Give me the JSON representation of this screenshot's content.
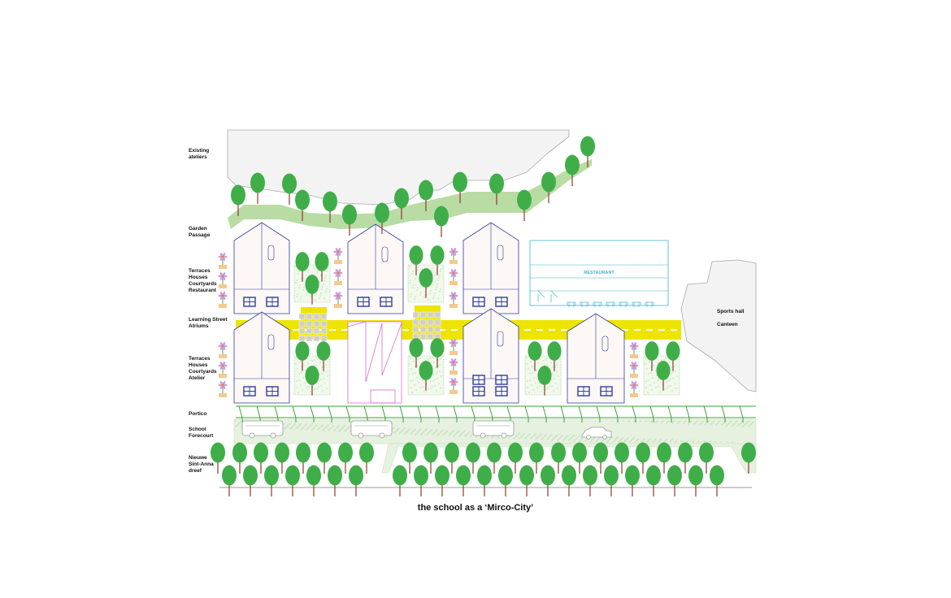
{
  "labels": {
    "existing": [
      "Existing",
      "ateliers"
    ],
    "garden": [
      "Garden",
      "Passage"
    ],
    "upper_row": [
      "Terraces",
      "Houses",
      "Courtyards",
      "Restaurant"
    ],
    "street": [
      "Learning Street",
      "Atriums"
    ],
    "lower_row": [
      "Terraces",
      "Houses",
      "Courtyards",
      "Atelier"
    ],
    "portico": [
      "Portico"
    ],
    "forecourt": [
      "School",
      "Forecourt"
    ],
    "road": [
      "Nieuwe",
      "Sint-Anna",
      "dreef"
    ]
  },
  "sports_hall": "Sports hall",
  "canteen": "Canteen",
  "restaurant_sign": "RESTAURANT",
  "caption": "the school as a ‘Mirco-City’",
  "colors": {
    "tree": "#3fae49",
    "trunk": "#8b3a2a",
    "house_blue": "#2e3d9a",
    "atelier_pink": "#d46fc3",
    "restaurant_cyan": "#3bb8d0",
    "street_yellow": "#ede400",
    "garden_green": "#b9dca5",
    "portico_green": "#3aa43a",
    "grey_outline": "#9a9a9a"
  }
}
